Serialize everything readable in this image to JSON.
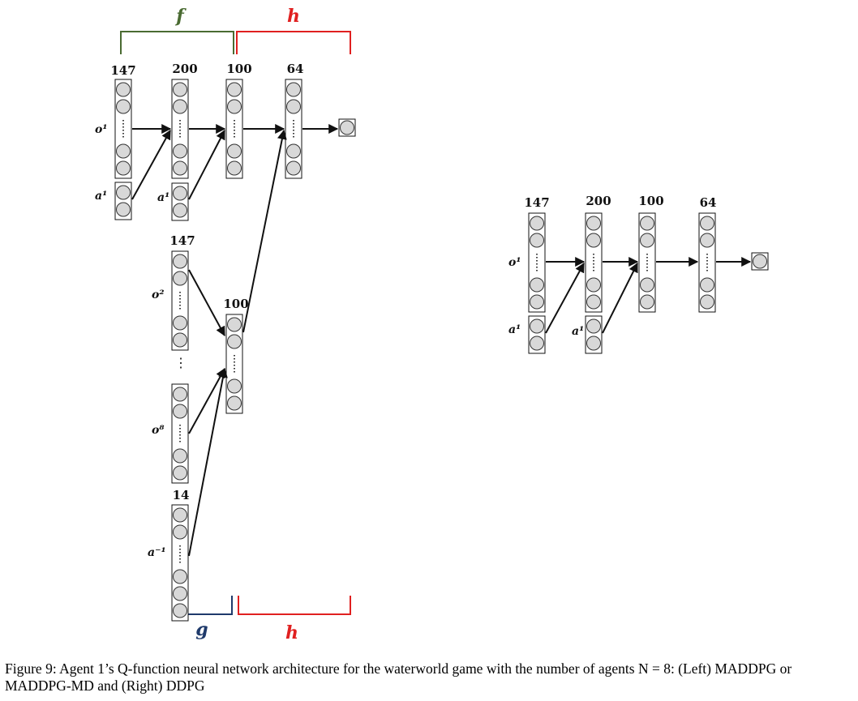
{
  "left": {
    "brackets": {
      "f": "f",
      "h_top": "h",
      "g": "g",
      "h_bottom": "h"
    },
    "sizes": {
      "l147": "147",
      "l200": "200",
      "l100": "100",
      "l64": "64",
      "o2_147": "147",
      "agg_100": "100",
      "a_14": "14"
    },
    "inputs": {
      "o1": "o¹",
      "a1_first": "a¹",
      "a1_second": "a¹",
      "o2": "o²",
      "o8": "o⁸",
      "a_minus1": "a⁻¹"
    },
    "ellipsis": "⋮"
  },
  "right": {
    "sizes": {
      "l147": "147",
      "l200": "200",
      "l100": "100",
      "l64": "64"
    },
    "inputs": {
      "o1": "o¹",
      "a1_first": "a¹",
      "a1_second": "a¹"
    }
  },
  "caption": "Figure 9: Agent 1’s Q-function neural network architecture for the waterworld game with the number of agents N = 8: (Left) MADDPG or MADDPG-MD and (Right) DDPG",
  "colors": {
    "f": "#4a6b32",
    "h": "#e02020",
    "g": "#1f3a6b",
    "node_fill": "#d8d8d8",
    "node_stroke": "#333333"
  }
}
